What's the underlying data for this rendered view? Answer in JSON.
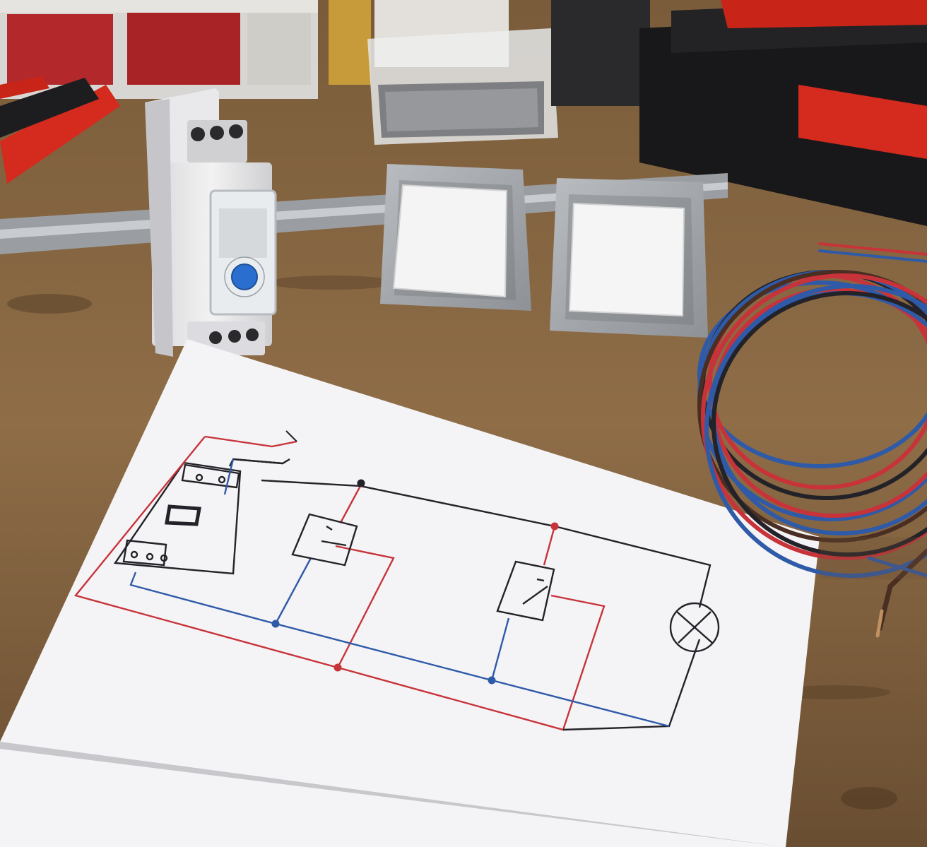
{
  "scene": {
    "subject": "workbench-photo",
    "objects": [
      "staircase-timer-relay",
      "rocker-switch-left",
      "rocker-switch-right",
      "din-rail",
      "wiring-diagram-sheet",
      "wire-coil",
      "pliers",
      "toolbox",
      "screw-box",
      "parts-bins"
    ]
  },
  "colors": {
    "bench": "#8a6a45",
    "bench_dark": "#5a4228",
    "paper": "#f4f4f6",
    "wire_red": "#c8333a",
    "wire_blue": "#2f5aa8",
    "wire_black": "#222228",
    "wire_brown": "#4a2e22",
    "tool_red": "#d52a1e",
    "knob_blue": "#2a6fd0"
  },
  "diagram": {
    "lines": [
      "phase",
      "neutral",
      "traveller"
    ],
    "junction_count": 5,
    "lamp_symbol": "lamp-cross-icon"
  }
}
